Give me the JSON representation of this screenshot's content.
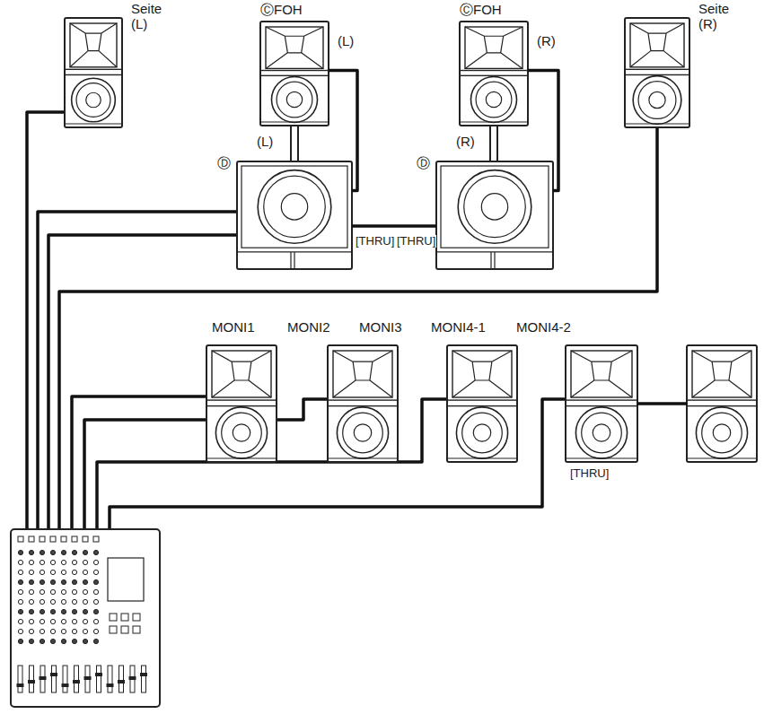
{
  "diagram": {
    "nodes": [
      {
        "text": [
          "Seite (L)"
        ]
      },
      {
        "text": [
          "ⒸFOH",
          "(L)"
        ]
      },
      {
        "text": [
          "ⒸFOH",
          "(R)"
        ]
      },
      {
        "text": [
          "Seite (R)"
        ]
      },
      {
        "text": [
          "(L)",
          "Ⓓ"
        ]
      },
      {
        "text": [
          "(R)",
          "Ⓓ"
        ]
      },
      {
        "text": [
          "MONI1"
        ]
      },
      {
        "text": [
          "MONI2"
        ]
      },
      {
        "text": [
          "MONI3"
        ]
      },
      {
        "text": [
          "MONI4-1"
        ]
      },
      {
        "text": [
          "MONI4-2"
        ]
      }
    ],
    "edges": [
      {
        "from": 1,
        "to": 4,
        "arrow": "none"
      },
      {
        "from": 2,
        "to": 5,
        "arrow": "none"
      },
      {
        "from": 4,
        "to": 5,
        "arrow": "none"
      },
      {
        "from": 9,
        "to": 10,
        "arrow": "none"
      }
    ],
    "labels": [
      "[THRU]",
      "[THRU]",
      "[THRU]"
    ]
  }
}
